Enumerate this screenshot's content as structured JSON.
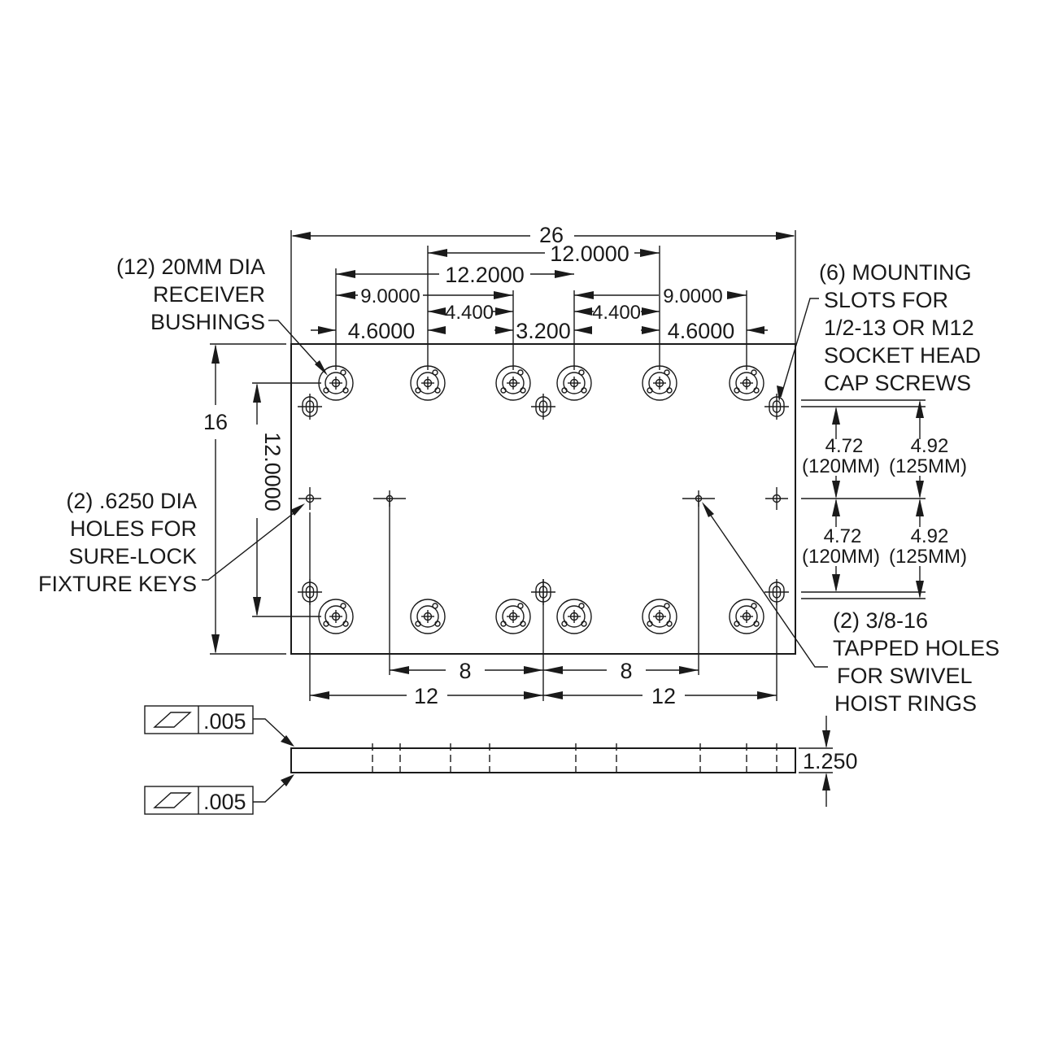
{
  "labels": {
    "bushings": [
      "(12) 20MM DIA",
      "RECEIVER",
      "BUSHINGS"
    ],
    "slots": [
      "(6) MOUNTING",
      "SLOTS FOR",
      "1/2-13 OR M12",
      "SOCKET HEAD",
      "CAP SCREWS"
    ],
    "keys": [
      "(2) .6250 DIA",
      "HOLES FOR",
      "SURE-LOCK",
      "FIXTURE KEYS"
    ],
    "tapped": [
      "(2) 3/8-16",
      "TAPPED HOLES",
      "FOR SWIVEL",
      "HOIST RINGS"
    ]
  },
  "dimensions": {
    "overall_width": "26",
    "overall_height": "16",
    "bushing_row_span": "12.0000",
    "center_span": "12.2000",
    "nine_left": "9.0000",
    "nine_right": "9.0000",
    "four4_left": "4.400",
    "four4_right": "4.400",
    "four6_left": "4.6000",
    "four6_right": "4.6000",
    "center_gap": "3.200",
    "vertical_bushing": "12.0000",
    "slot_upper_inch": "4.72",
    "slot_upper_mm": "(120MM)",
    "slot_upper_inch_alt": "4.92",
    "slot_upper_mm_alt": "(125MM)",
    "slot_lower_inch": "4.72",
    "slot_lower_mm": "(120MM)",
    "slot_lower_inch_alt": "4.92",
    "slot_lower_mm_alt": "(125MM)",
    "bottom_8_left": "8",
    "bottom_8_right": "8",
    "bottom_12_left": "12",
    "bottom_12_right": "12",
    "thickness": "1.250"
  },
  "tolerances": {
    "top_value": ".005",
    "bottom_value": ".005",
    "symbol": "flatness-icon"
  }
}
